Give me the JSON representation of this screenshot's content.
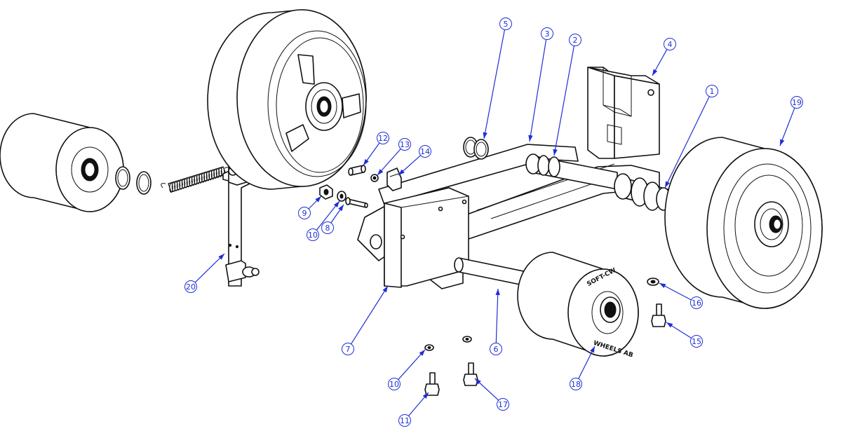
{
  "balloons": [
    {
      "label": "1",
      "part": "axle-bearing"
    },
    {
      "label": "2",
      "part": "axle-sleeve"
    },
    {
      "label": "3",
      "part": "pivot-arm-frame"
    },
    {
      "label": "4",
      "part": "mounting-bracket"
    },
    {
      "label": "5",
      "part": "retaining-ring-pair"
    },
    {
      "label": "6",
      "part": "roller-shaft"
    },
    {
      "label": "7",
      "part": "base-block"
    },
    {
      "label": "8",
      "part": "shoulder-pin"
    },
    {
      "label": "9",
      "part": "hex-nut"
    },
    {
      "label": "10",
      "part": "washer"
    },
    {
      "label": "10",
      "part": "washer-lower"
    },
    {
      "label": "11",
      "part": "hex-bolt-left"
    },
    {
      "label": "12",
      "part": "clevis-pin"
    },
    {
      "label": "13",
      "part": "small-washer"
    },
    {
      "label": "14",
      "part": "spring-clip"
    },
    {
      "label": "15",
      "part": "hex-bolt-right"
    },
    {
      "label": "16",
      "part": "flat-washer-right"
    },
    {
      "label": "17",
      "part": "hex-bolt-center"
    },
    {
      "label": "18",
      "part": "front-roller"
    },
    {
      "label": "19",
      "part": "large-wheel-right"
    },
    {
      "label": "20",
      "part": "spring-lever-arm"
    }
  ],
  "stamps": {
    "roller_top": "SOFT-CW",
    "roller_bottom": "WHEELS AB"
  },
  "colors": {
    "leader": "#1f2fd6",
    "line": "#111111"
  }
}
